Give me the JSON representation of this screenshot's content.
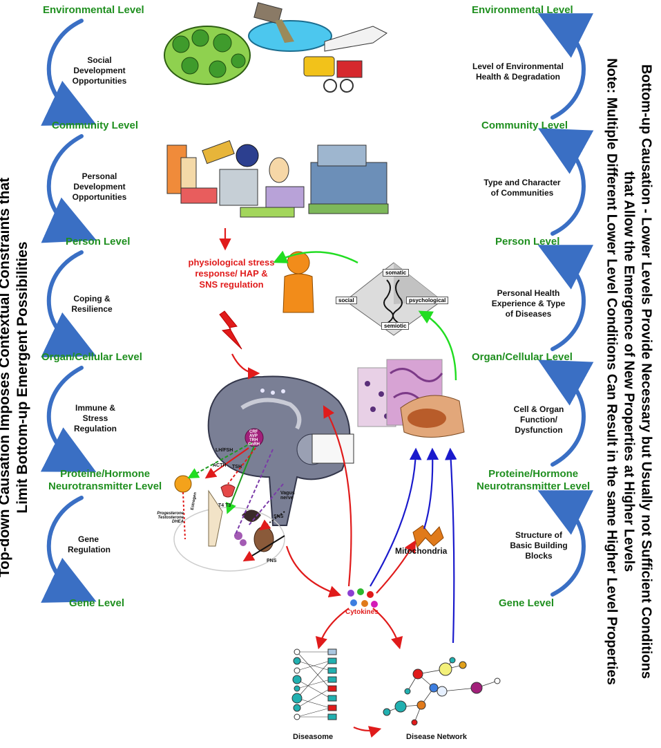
{
  "left_title": {
    "line1": "Top-down Causation Imposes Contextual Constraints that",
    "line2": "Limit Bottom-up Emergent Possibilities"
  },
  "right_title": {
    "line1": "Bottom-up Causation - Lower Levels Provide Necessary but Usually not Sufficient Conditions",
    "line2": "that Allow the Emergence of New Properties at Higher Levels",
    "line3": "Note: Multiple Different Lower Level Conditions Can Result in the same Higher Level Properties"
  },
  "levels": {
    "environmental": "Environmental Level",
    "community": "Community Level",
    "person": "Person Level",
    "organ": "Organ/Cellular Level",
    "proteine_1": "Proteine/Hormone",
    "proteine_2": "Neurotransmitter Level",
    "gene": "Gene Level"
  },
  "left_arcs": {
    "a1": "Social Development Opportunities",
    "a2": "Personal Development Opportunities",
    "a3": "Coping & Resilience",
    "a4": "Immune & Stress Regulation",
    "a5": "Gene Regulation"
  },
  "right_arcs": {
    "a1": "Level of Environmental Health & Degradation",
    "a2": "Type and Character of Communities",
    "a3": "Personal Health Experience & Type of Diseases",
    "a4": "Cell & Organ Function/ Dysfunction",
    "a5": "Structure of Basic Building Blocks"
  },
  "stress_label": "physiological stress response/ HAP & SNS regulation",
  "diamond": {
    "top": "somatic",
    "left": "social",
    "right": "psychological",
    "bottom": "semiotic"
  },
  "cytokines": "Cytokines",
  "mitochondria": "Mitochondria",
  "diseasome": "Diseasome",
  "disease_network": "Disease Network",
  "brain_labels": {
    "crf": "CRF",
    "avp": "AVP",
    "trh": "TRH",
    "gnrh": "GnRH",
    "lhfsh": "LH/FSH",
    "acth": "ACTH",
    "tsh": "TSH",
    "vagus": "Vagus nerve",
    "sns": "SNS",
    "pns": "PNS",
    "t4t3": "T4  T3",
    "estrogen": "Estrogen",
    "sex_hormones": "Progesterone Testosterone DHEA"
  },
  "colors": {
    "level_green": "#1f8f1f",
    "arc_blue": "#3a6fc4",
    "red": "#e01b1b",
    "green_arrow": "#22dd22",
    "blue_arrow": "#1a1acc"
  }
}
